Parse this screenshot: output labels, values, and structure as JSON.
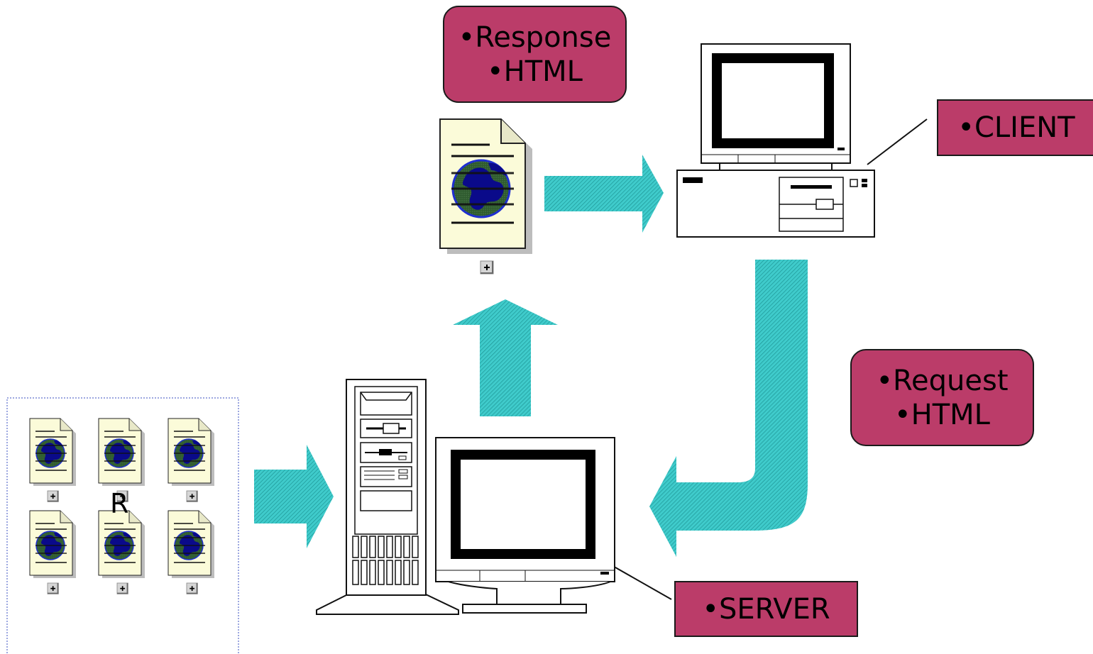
{
  "colors": {
    "label_fill": "#bb3c69",
    "arrow_fill": "#3fcbcb",
    "arrow_hatch": "#1a8f8f",
    "document_fill": "#fbfbd9",
    "globe_land": "#2e5a2e",
    "globe_sea": "#0a0a8a",
    "selection_border": "#3a4fc2"
  },
  "labels": {
    "response": {
      "line1": "•Response",
      "line2": "•HTML"
    },
    "client": "•CLIENT",
    "request": {
      "line1": "•Request",
      "line2": "•HTML"
    },
    "server": "•SERVER"
  },
  "selection_marker": "R",
  "icons": {
    "client_computer": "desktop-computer-icon",
    "server_computer": "tower-server-icon",
    "web_document": "web-page-document-icon",
    "expand_handle": "plus-handle-icon"
  }
}
